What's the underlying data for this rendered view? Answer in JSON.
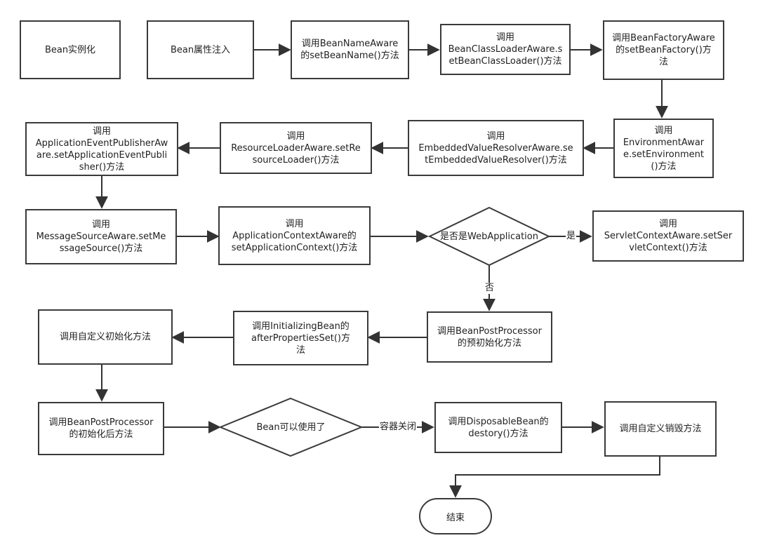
{
  "nodes": [
    {
      "id": "n1",
      "text": "Bean实例化"
    },
    {
      "id": "n2",
      "text": "Bean属性注入"
    },
    {
      "id": "n3",
      "text": "调用BeanNameAware\n的setBeanName()方法"
    },
    {
      "id": "n4",
      "text": "调用\nBeanClassLoaderAware.s\netBeanClassLoader()方法"
    },
    {
      "id": "n5",
      "text": "调用BeanFactoryAware\n的setBeanFactory()方\n法"
    },
    {
      "id": "n6",
      "text": "调用\nEnvironmentAwar\ne.setEnvironment\n()方法"
    },
    {
      "id": "n7",
      "text": "调用\nEmbeddedValueResolverAware.se\ntEmbeddedValueResolver()方法"
    },
    {
      "id": "n8",
      "text": "调用\nResourceLoaderAware.setRe\nsourceLoader()方法"
    },
    {
      "id": "n9",
      "text": "调用\nApplicationEventPublisherAw\nare.setApplicationEventPubli\nsher()方法"
    },
    {
      "id": "n10",
      "text": "调用\nMessageSourceAware.setMe\nssageSource()方法"
    },
    {
      "id": "n11",
      "text": "调用\nApplicationContextAware的\nsetApplicationContext()方法"
    },
    {
      "id": "n12",
      "text": "是否是WebApplication"
    },
    {
      "id": "n13",
      "text": "调用\nServletContextAware.setSer\nvletContext()方法"
    },
    {
      "id": "n14",
      "text": "调用BeanPostProcessor\n的预初始化方法"
    },
    {
      "id": "n15",
      "text": "调用InitializingBean的\nafterPropertiesSet()方\n法"
    },
    {
      "id": "n16",
      "text": "调用自定义初始化方法"
    },
    {
      "id": "n17",
      "text": "调用BeanPostProcessor\n的初始化后方法"
    },
    {
      "id": "n18",
      "text": "Bean可以使用了"
    },
    {
      "id": "n19",
      "text": "调用DisposableBean的\ndestory()方法"
    },
    {
      "id": "n20",
      "text": "调用自定义销毁方法"
    },
    {
      "id": "n21",
      "text": "结束"
    }
  ],
  "edge_labels": {
    "yes": "是",
    "no": "否",
    "close": "容器关闭"
  }
}
